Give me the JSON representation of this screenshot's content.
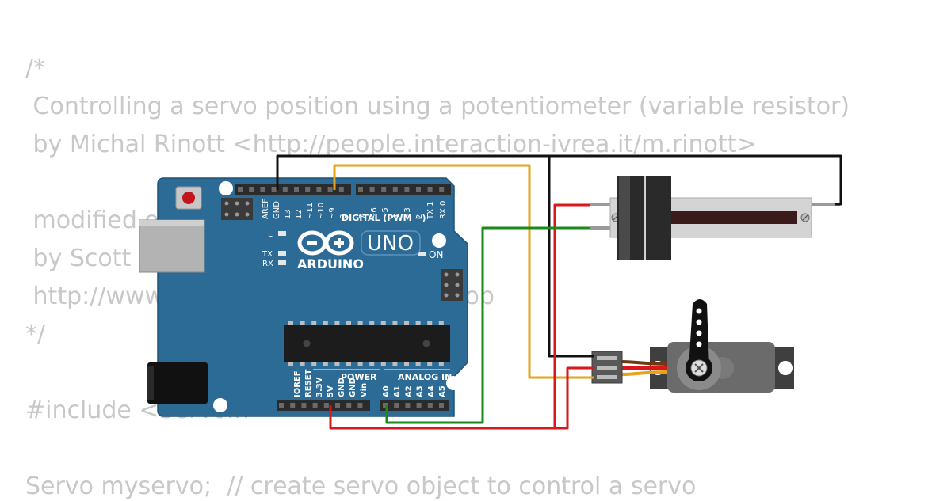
{
  "code_lines": [
    "/*",
    " Controlling a servo position using a potentiometer (variable resistor)",
    " by Michal Rinott <http://people.interaction-ivrea.it/m.rinott>",
    "",
    " modified on 8 Nov 2013",
    " by Scott Fitzgerald",
    " http://www.arduino.cc/en/Tutorial/Knob",
    "*/",
    "",
    "#include <Servo.h>",
    "",
    "Servo myservo;  // create servo object to control a servo"
  ],
  "board": {
    "brand": "ARDUINO",
    "model": "UNO",
    "digital_header": "DIGITAL (PWM ~)",
    "digital_pins": [
      "AREF",
      "GND",
      "13",
      "12",
      "~11",
      "~10",
      "~9",
      "8",
      "7",
      "~6",
      "~5",
      "4",
      "~3",
      "2",
      "TX 1",
      "RX 0"
    ],
    "power_header": "POWER",
    "power_pins": [
      "IOREF",
      "RESET",
      "3.3V",
      "5V",
      "GND",
      "GND",
      "Vin"
    ],
    "analog_header": "ANALOG IN",
    "analog_pins": [
      "A0",
      "A1",
      "A2",
      "A3",
      "A4",
      "A5"
    ],
    "led_l": "L",
    "led_tx": "TX",
    "led_rx": "RX",
    "led_on": "ON"
  },
  "colors": {
    "board": "#2d6b97",
    "board_edge": "#1f5277",
    "wire_black": "#111111",
    "wire_orange": "#e8a317",
    "wire_red": "#d9171c",
    "wire_green": "#1a8a1a",
    "code_text": "#c8c8c8"
  },
  "icons": {
    "logo": "arduino-infinity-logo-icon",
    "servo": "servo-motor-icon",
    "potentiometer": "slide-potentiometer-icon"
  }
}
